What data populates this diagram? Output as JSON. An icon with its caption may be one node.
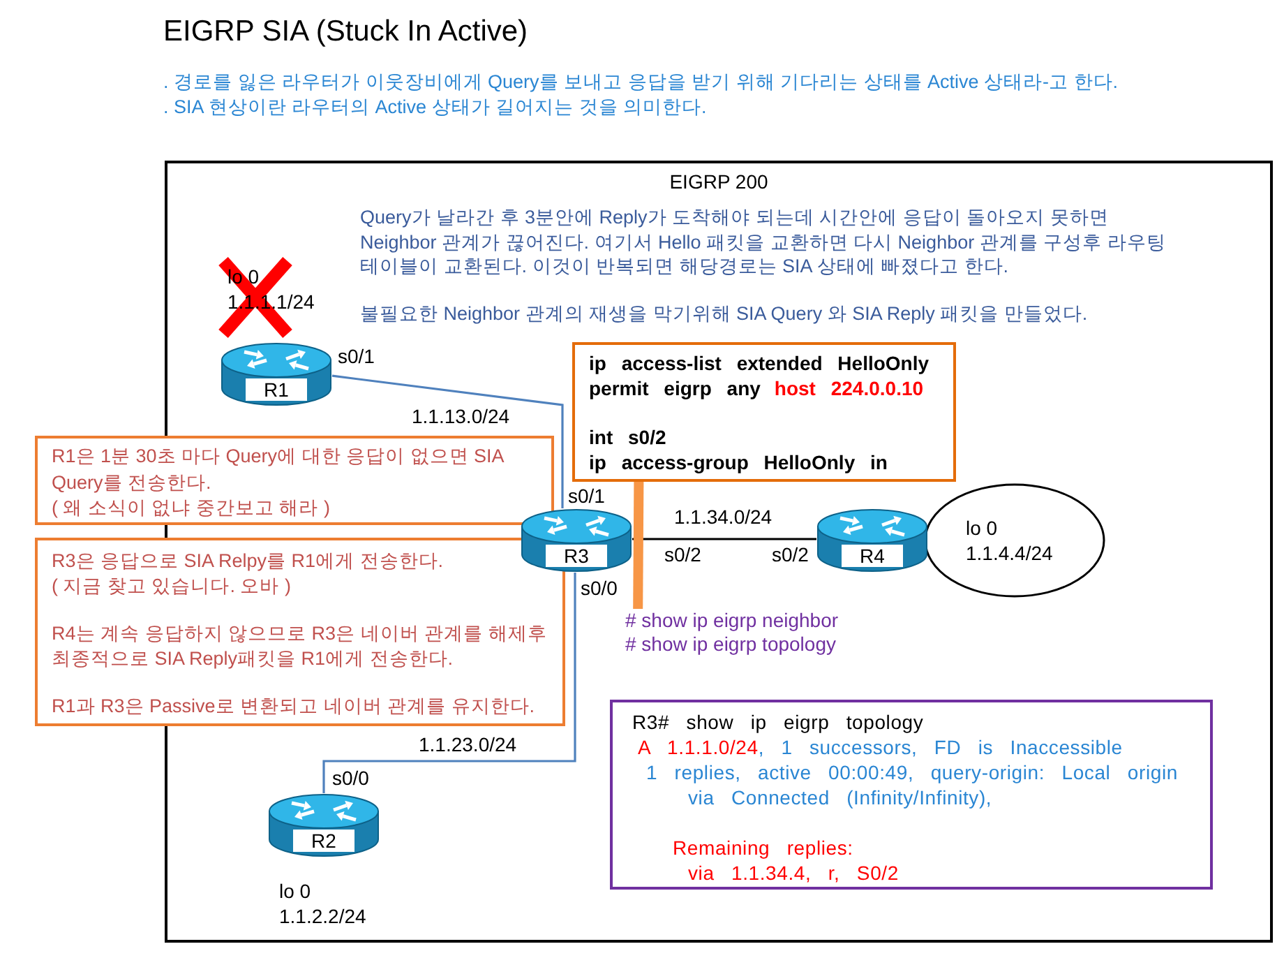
{
  "diagram": {
    "title": "EIGRP SIA (Stuck In Active)",
    "nodes": [
      {
        "text": [
          "EIGRP 200",
          "Query가 날라간 후 3분안에 Reply가 도착해야 되는데 시간안에 응답이 돌아오지 못하면 Neighbor 관계가 끊어진다. 여기서 Hello 패킷을 교환하면 다시 Neighbor 관계를 구성후 라우팅 테이블이 교환된다. 이것이 반복되면 해당경로는 SIA 상태에 빠졌다고 한다.",
          "불필요한 Neighbor 관계의 재생을 막기위해 SIA Query 와 SIA Reply 패킷을 만들었다."
        ]
      },
      {
        "text": [
          "R1"
        ],
        "in": 0,
        "beside": [
          "lo 0 1.1.1.1/24",
          "s0/1"
        ]
      },
      {
        "text": [
          "ip access-list extended HelloOnly",
          "permit eigrp any",
          "host 224.0.0.10",
          "int s0/2",
          "ip access-group HelloOnly in"
        ],
        "in": 0
      },
      {
        "text": [
          "R1은 1분 30초 마다 Query에 대한 응답이 없으면 SIA Query를 전송한다.",
          "( 왜 소식이 없냐 중간보고 해라 )"
        ]
      },
      {
        "text": [
          "R3"
        ],
        "in": 0,
        "beside": [
          "s0/1",
          "s0/2",
          "s0/0"
        ]
      },
      {
        "text": [
          "R4"
        ],
        "in": 0,
        "beside": [
          "s0/2"
        ]
      },
      {
        "text": [
          "lo 0 1.1.4.4/24"
        ],
        "in": 0
      },
      {
        "text": [
          "R3은 응답으로 SIA Relpy를 R1에게 전송한다.",
          "( 지금 찾고 있습니다. 오바 )",
          "R4는 계속 응답하지 않으므로 R3은 네이버 관계를 해제후 최종적으로 SIA Reply패킷을 R1에게 전송한다.",
          "R1과 R3은 Passive로 변환되고 네이버 관계를 유지한다."
        ]
      },
      {
        "text": [
          "# show ip eigrp neighbor",
          "# show ip eigrp topology"
        ],
        "in": 0
      },
      {
        "text": [
          "R3# show ip eigrp topology",
          "A 1.1.1.0/24",
          ", 1 successors, FD is Inaccessible",
          "1 replies, active 00:00:49, query-origin: Local origin",
          "via Connected (Infinity/Infinity),",
          "Remaining replies:",
          "via 1.1.34.4, r, S0/2"
        ],
        "in": 0
      },
      {
        "text": [
          "R2"
        ],
        "in": 0,
        "beside": [
          "s0/0",
          "lo 0 1.1.2.2/24"
        ]
      }
    ],
    "edges": [
      {
        "from": 1,
        "to": 4,
        "arrow": "none",
        "label": "1.1.13.0/24"
      },
      {
        "from": 4,
        "to": 5,
        "arrow": "none",
        "label": "1.1.34.0/24",
        "color": "#000000"
      },
      {
        "from": 4,
        "to": 10,
        "arrow": "none",
        "label": "1.1.23.0/24"
      },
      {
        "from": 2,
        "to": 8,
        "arrow": "none",
        "style": "thick",
        "color": "#f79646"
      }
    ],
    "labels": [
      ". 경로를 잃은 라우터가 이웃장비에게 Query를 보내고 응답을 받기 위해 기다리는 상태를 Active 상태라-고 한다.",
      ". SIA 현상이란 라우터의 Active 상태가 길어지는 것을 의미한다."
    ]
  }
}
